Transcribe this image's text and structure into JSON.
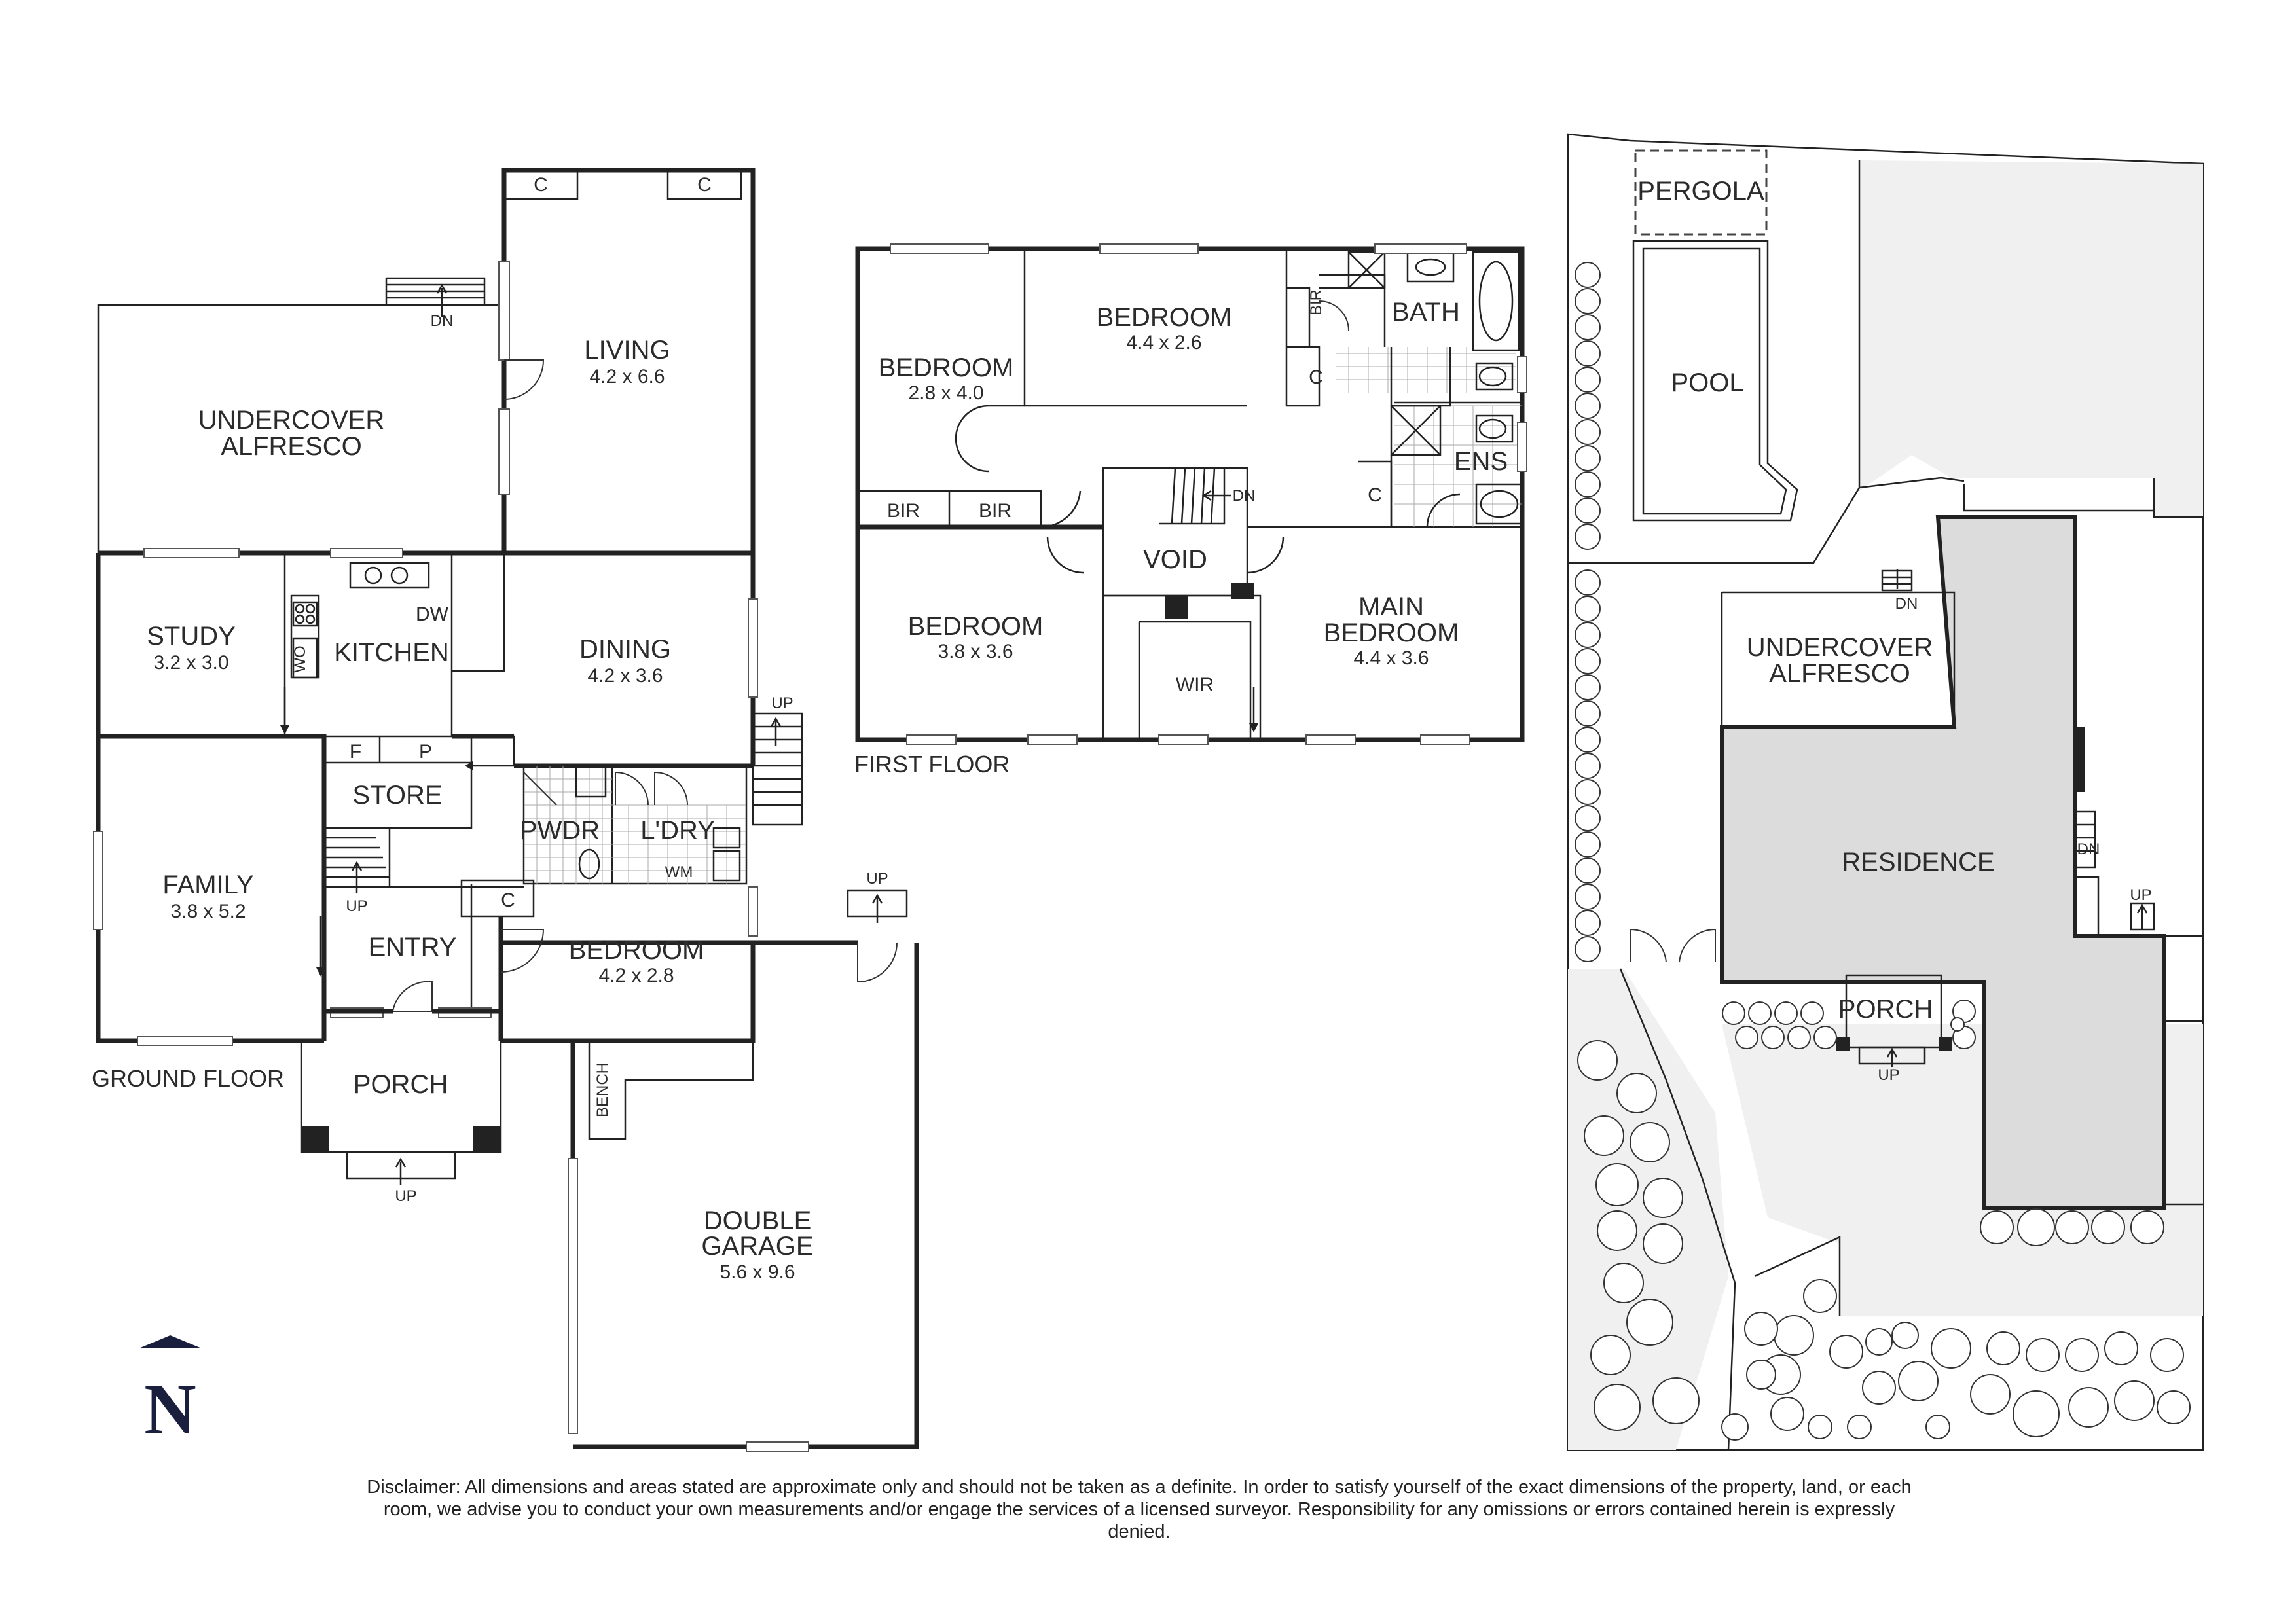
{
  "ground_floor": {
    "label": "GROUND FLOOR",
    "rooms": {
      "living": {
        "name": "LIVING",
        "dim": "4.2 x 6.6"
      },
      "alfresco": {
        "name1": "UNDERCOVER",
        "name2": "ALFRESCO"
      },
      "study": {
        "name": "STUDY",
        "dim": "3.2 x 3.0"
      },
      "kitchen": {
        "name": "KITCHEN"
      },
      "dining": {
        "name": "DINING",
        "dim": "4.2 x 3.6"
      },
      "family": {
        "name": "FAMILY",
        "dim": "3.8 x 5.2"
      },
      "store": {
        "name": "STORE"
      },
      "pwdr": {
        "name": "PWDR"
      },
      "ldry": {
        "name": "L'DRY"
      },
      "entry": {
        "name": "ENTRY"
      },
      "bedroom": {
        "name": "BEDROOM",
        "dim": "4.2 x 2.8"
      },
      "porch": {
        "name": "PORCH"
      },
      "garage": {
        "name1": "DOUBLE",
        "name2": "GARAGE",
        "dim": "5.6 x 9.6"
      }
    },
    "marks": {
      "c": "C",
      "dn": "DN",
      "up": "UP",
      "dw": "DW",
      "wo": "WO",
      "f": "F",
      "p": "P",
      "wm": "WM",
      "bench": "BENCH"
    }
  },
  "first_floor": {
    "label": "FIRST FLOOR",
    "rooms": {
      "bed1": {
        "name": "BEDROOM",
        "dim": "4.4 x 2.6"
      },
      "bed2": {
        "name": "BEDROOM",
        "dim": "2.8 x 4.0"
      },
      "bed3": {
        "name": "BEDROOM",
        "dim": "3.8 x 3.6"
      },
      "bath": {
        "name": "BATH"
      },
      "ens": {
        "name": "ENS"
      },
      "void": {
        "name": "VOID"
      },
      "wir": {
        "name": "WIR"
      },
      "main": {
        "name1": "MAIN",
        "name2": "BEDROOM",
        "dim": "4.4 x 3.6"
      }
    },
    "marks": {
      "bir": "BIR",
      "c": "C",
      "dn": "DN"
    }
  },
  "site": {
    "pergola": "PERGOLA",
    "pool": "POOL",
    "alfresco1": "UNDERCOVER",
    "alfresco2": "ALFRESCO",
    "residence": "RESIDENCE",
    "porch": "PORCH",
    "dn": "DN",
    "up": "UP"
  },
  "north": "N",
  "disclaimer": "Disclaimer: All dimensions and areas stated are approximate only and should not be taken as a definite. In order to satisfy yourself of the exact dimensions of the property, land, or each room, we advise you to conduct your own measurements and/or engage the services of a licensed surveyor. Responsibility for any omissions or errors contained herein is expressly denied."
}
